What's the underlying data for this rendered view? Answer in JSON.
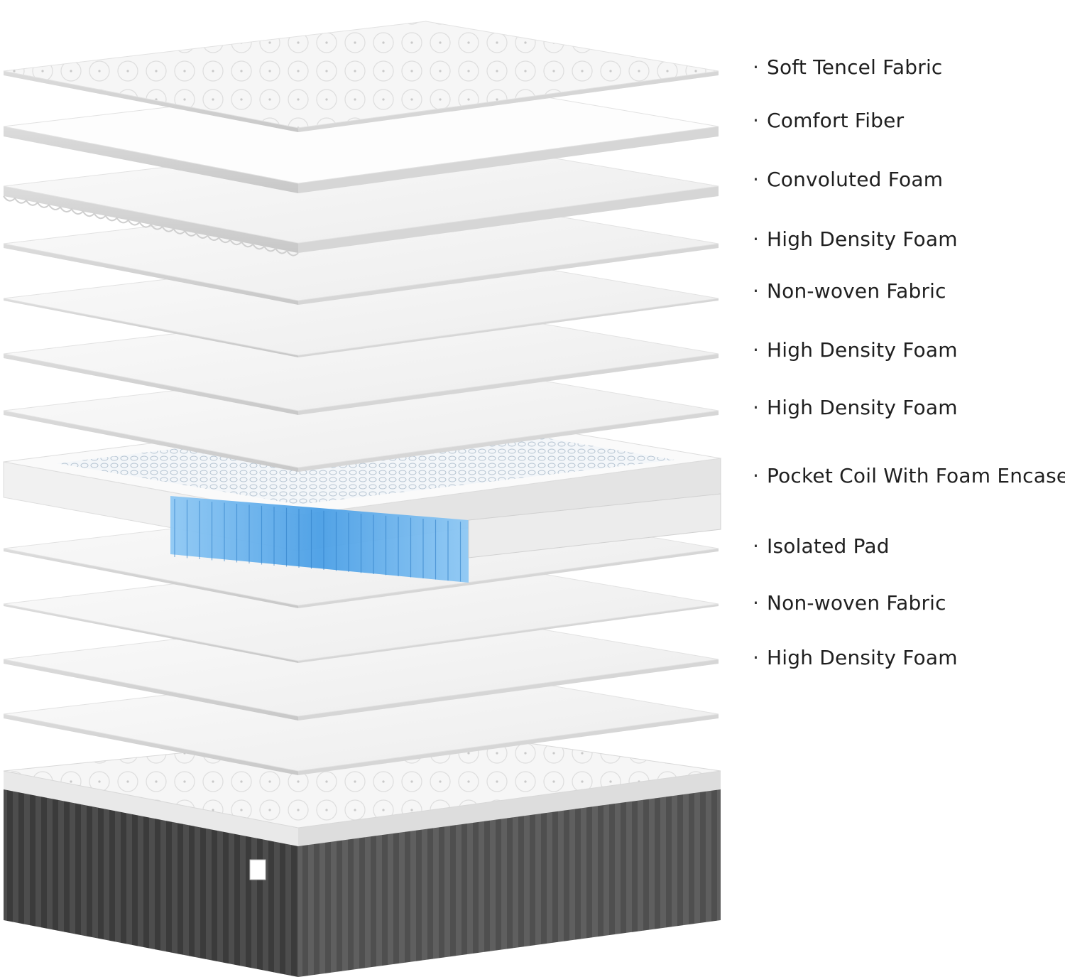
{
  "diagram": {
    "layers": [
      {
        "id": "soft-tencel-fabric",
        "label": "Soft Tencel Fabric"
      },
      {
        "id": "comfort-fiber",
        "label": "Comfort Fiber"
      },
      {
        "id": "convoluted-foam",
        "label": "Convoluted Foam"
      },
      {
        "id": "high-density-foam-1",
        "label": "High Density Foam"
      },
      {
        "id": "non-woven-fabric-1",
        "label": "Non-woven Fabric"
      },
      {
        "id": "high-density-foam-2",
        "label": "High Density Foam"
      },
      {
        "id": "high-density-foam-3",
        "label": "High Density Foam"
      },
      {
        "id": "pocket-coil",
        "label": "Pocket Coil With Foam Encased"
      },
      {
        "id": "isolated-pad",
        "label": "Isolated Pad"
      },
      {
        "id": "non-woven-fabric-2",
        "label": "Non-woven Fabric"
      },
      {
        "id": "high-density-foam-4",
        "label": "High Density Foam"
      }
    ],
    "bullet": "·",
    "colors": {
      "coil_blue": "#5aa8e8",
      "mattress_border": "#3a3a3a",
      "foam_white": "#f4f4f4",
      "fabric_white": "#f9f9f9"
    }
  }
}
